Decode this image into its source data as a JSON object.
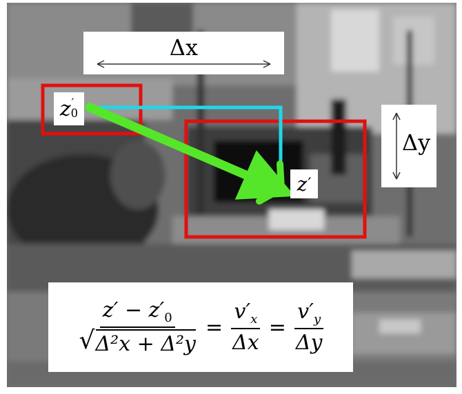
{
  "labels": {
    "delta_x": "Δx",
    "delta_y": "Δy",
    "z0": "z",
    "z0_sub": "0",
    "z": "z",
    "prime": "′"
  },
  "equation": {
    "frac1_num": "z′ − z′",
    "frac1_num_sub": "0",
    "frac1_den": "Δ²x + Δ²y",
    "frac2_num": "v′",
    "frac2_num_sub": "x",
    "frac2_den": "Δx",
    "frac3_num": "v′",
    "frac3_num_sub": "y",
    "frac3_den": "Δy",
    "equals": "="
  },
  "colors": {
    "box": "#e01010",
    "velocity_arrow": "#55e62a",
    "component_lines": "#22d6e8",
    "label_background": "#ffffff"
  }
}
